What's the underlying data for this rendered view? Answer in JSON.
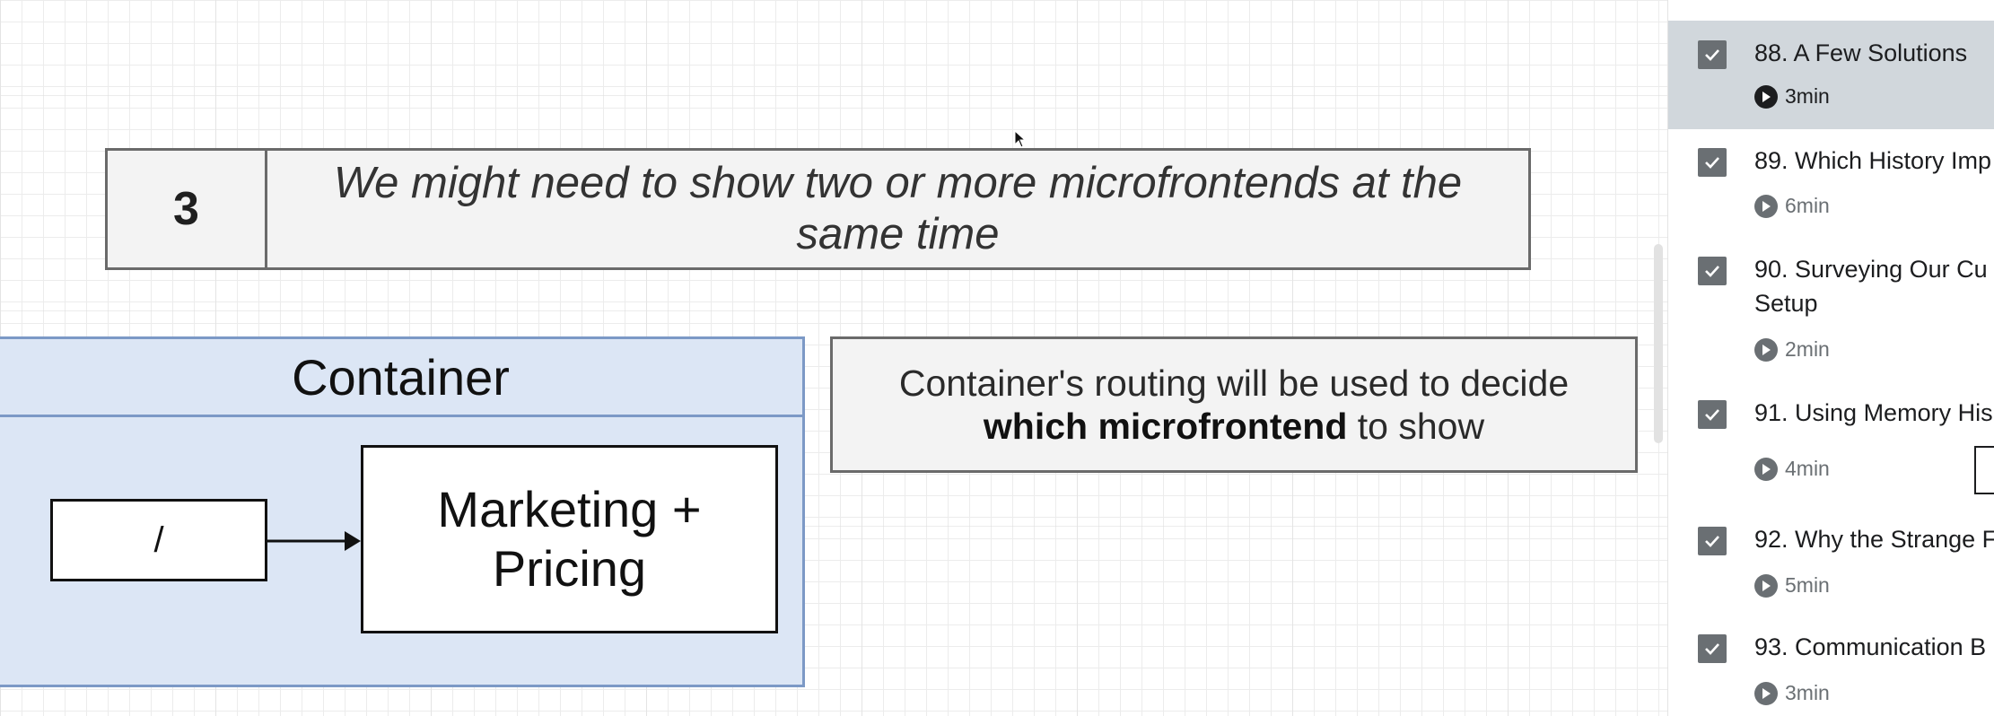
{
  "diagram": {
    "step_number": "3",
    "step_text": "We might need to show two or more microfrontends at the same time",
    "container_title": "Container",
    "route_label": "/",
    "app_label": "Marketing + Pricing",
    "note_line1": "Container's routing will be used to decide",
    "note_bold": "which microfrontend",
    "note_tail": " to show"
  },
  "sidebar": {
    "lectures": [
      {
        "title": "88. A Few Solutions",
        "title2": "",
        "duration": "3min",
        "active": true,
        "completed": true
      },
      {
        "title": "89. Which History Imp",
        "title2": "",
        "duration": "6min",
        "active": false,
        "completed": true
      },
      {
        "title": "90. Surveying Our Cu",
        "title2": "Setup",
        "duration": "2min",
        "active": false,
        "completed": true
      },
      {
        "title": "91. Using Memory His",
        "title2": "",
        "duration": "4min",
        "active": false,
        "completed": true
      },
      {
        "title": "92. Why the Strange F",
        "title2": "",
        "duration": "5min",
        "active": false,
        "completed": true
      },
      {
        "title": "93. Communication B",
        "title2": "",
        "duration": "3min",
        "active": false,
        "completed": true
      }
    ]
  },
  "colors": {
    "container_fill": "#dce6f5",
    "container_border": "#7c99c6",
    "active_lecture_bg": "#d1d7dc",
    "checkbox": "#6a6f73"
  }
}
